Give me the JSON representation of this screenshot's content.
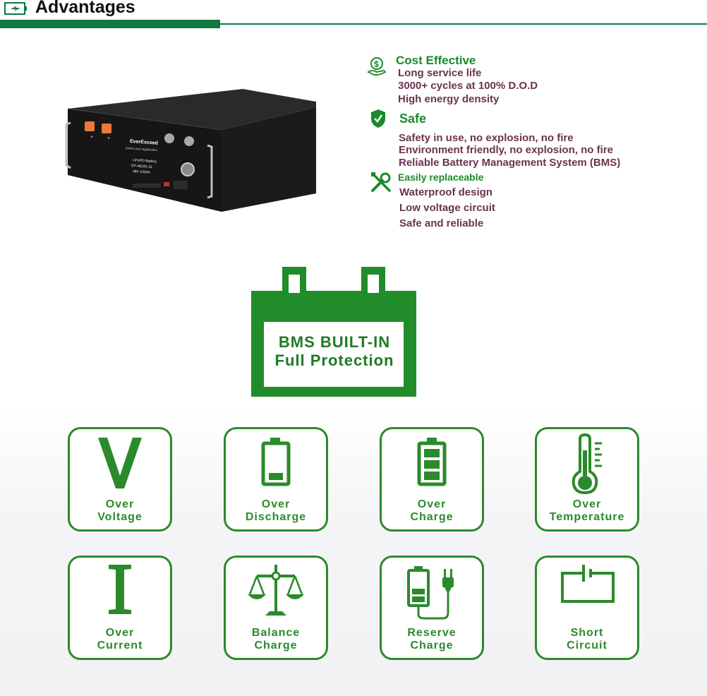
{
  "header": {
    "title": "Advantages",
    "accent_color": "#0e7a42",
    "icon": "battery-bolt-icon"
  },
  "product": {
    "brand": "EverExceed",
    "tagline": "power your application",
    "label_line1": "LiFePO Battery",
    "label_line2": "EP-48100-15",
    "label_line3": "48V 100Ah"
  },
  "features": [
    {
      "icon": "dollar-hand-icon",
      "heading": "Cost Effective",
      "lines": [
        "Long service life",
        "3000+ cycles at 100% D.O.D",
        "High energy density"
      ]
    },
    {
      "icon": "shield-check-icon",
      "heading": "Safe",
      "lines": [
        "Safety in use, no explosion, no fire",
        "Environment friendly, no explosion, no fire",
        "Reliable Battery Management System (BMS)"
      ]
    },
    {
      "icon": "wrench-screwdriver-icon",
      "heading": "Easily replaceable",
      "lines": [
        "Waterproof design",
        "Low voltage circuit",
        "Safe and reliable"
      ]
    }
  ],
  "bms": {
    "line1": "BMS BUILT-IN",
    "line2": "Full Protection",
    "color": "#218c2a"
  },
  "protections": [
    {
      "icon": "voltage-v-icon",
      "line1": "Over",
      "line2": "Voltage"
    },
    {
      "icon": "battery-low-icon",
      "line1": "Over",
      "line2": "Discharge"
    },
    {
      "icon": "battery-full-icon",
      "line1": "Over",
      "line2": "Charge"
    },
    {
      "icon": "thermometer-icon",
      "line1": "Over",
      "line2": "Temperature"
    },
    {
      "icon": "current-i-icon",
      "line1": "Over",
      "line2": "Current"
    },
    {
      "icon": "balance-scale-icon",
      "line1": "Balance",
      "line2": "Charge"
    },
    {
      "icon": "battery-plug-icon",
      "line1": "Reserve",
      "line2": "Charge"
    },
    {
      "icon": "short-circuit-icon",
      "line1": "Short",
      "line2": "Circuit"
    }
  ],
  "card_color": "#2b8a2b",
  "text_color": "#6b3350"
}
